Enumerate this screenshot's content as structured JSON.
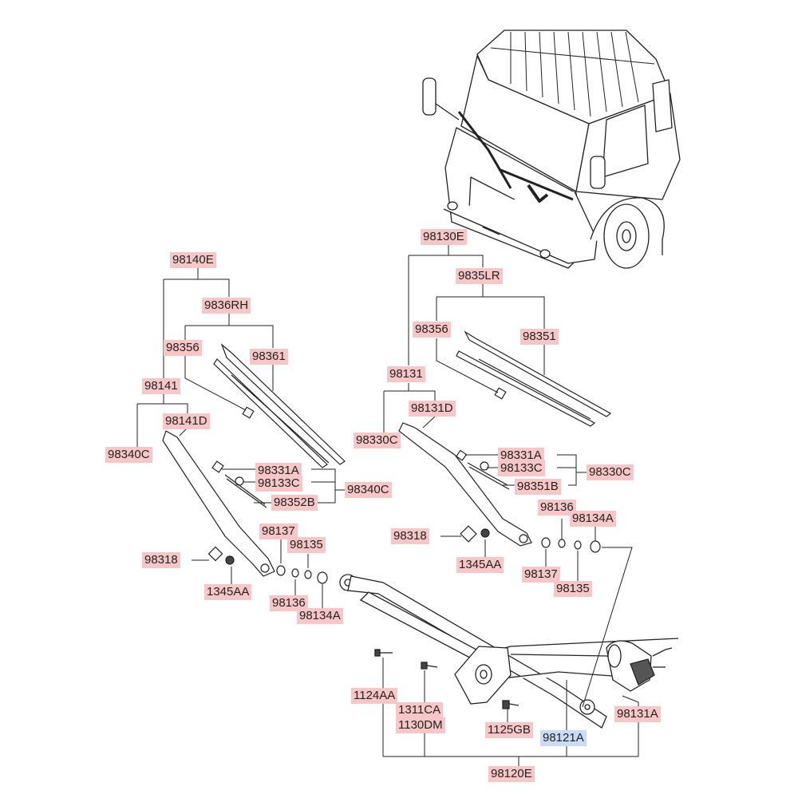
{
  "colors": {
    "label_bg": "#f7c6c6",
    "selected_bg": "#c9dcf5",
    "line": "#222222"
  },
  "labels": {
    "p98140E": "98140E",
    "p9836RH": "9836RH",
    "p98356L": "98356",
    "p98361": "98361",
    "p98141": "98141",
    "p98141D": "98141D",
    "p98340C_a": "98340C",
    "p98331A_l": "98331A",
    "p98133C_l": "98133C",
    "p98340C_b": "98340C",
    "p98352B": "98352B",
    "p98137_l": "98137",
    "p98135_l": "98135",
    "p98318_l": "98318",
    "p1345AA_l": "1345AA",
    "p98136_l": "98136",
    "p98134A_l": "98134A",
    "p98130E": "98130E",
    "p9835LR": "9835LR",
    "p98356R": "98356",
    "p98351": "98351",
    "p98131": "98131",
    "p98131D": "98131D",
    "p98330C_a": "98330C",
    "p98331A_r": "98331A",
    "p98133C_r": "98133C",
    "p98351B": "98351B",
    "p98330C_b": "98330C",
    "p98136_r": "98136",
    "p98134A_r": "98134A",
    "p98318_r": "98318",
    "p1345AA_r": "1345AA",
    "p98137_r": "98137",
    "p98135_r": "98135",
    "p1124AA": "1124AA",
    "p1311CA": "1311CA",
    "p1130DM": "1130DM",
    "p1125GB": "1125GB",
    "p98121A": "98121A",
    "p98131A": "98131A",
    "p98120E": "98120E"
  }
}
